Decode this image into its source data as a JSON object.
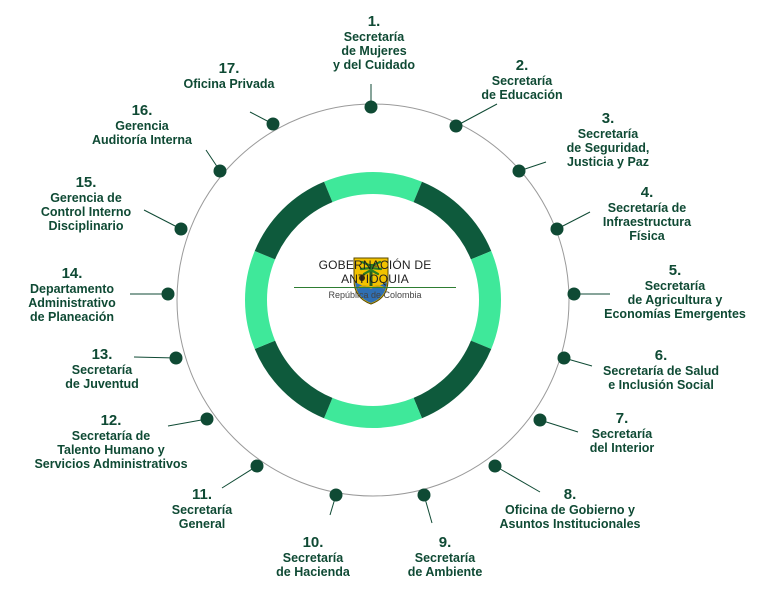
{
  "center": {
    "title": "GOBERNACIÓN DE ANTIOQUIA",
    "subtitle": "República de Colombia"
  },
  "colors": {
    "dark_green": "#0e5a3c",
    "light_green": "#3fe89a",
    "node_green": "#0f4a34",
    "text_green": "#0f4a34",
    "circle_line": "#9a9a9a"
  },
  "icons": [
    "antioquia-coat-of-arms-icon"
  ],
  "nodes": [
    {
      "num": "1.",
      "name": "Secretaría\nde Mujeres\ny del Cuidado"
    },
    {
      "num": "2.",
      "name": "Secretaría\nde Educación"
    },
    {
      "num": "3.",
      "name": "Secretaría\nde Seguridad,\nJusticia y Paz"
    },
    {
      "num": "4.",
      "name": "Secretaría de\nInfraestructura\nFísica"
    },
    {
      "num": "5.",
      "name": "Secretaría\nde Agricultura y\nEconomías Emergentes"
    },
    {
      "num": "6.",
      "name": "Secretaría de Salud\ne Inclusión Social"
    },
    {
      "num": "7.",
      "name": "Secretaría\ndel Interior"
    },
    {
      "num": "8.",
      "name": "Oficina de Gobierno y\nAsuntos Institucionales"
    },
    {
      "num": "9.",
      "name": "Secretaría\nde Ambiente"
    },
    {
      "num": "10.",
      "name": "Secretaría\nde Hacienda"
    },
    {
      "num": "11.",
      "name": "Secretaría\nGeneral"
    },
    {
      "num": "12.",
      "name": "Secretaría de\nTalento Humano y\nServicios Administrativos"
    },
    {
      "num": "13.",
      "name": "Secretaría\nde Juventud"
    },
    {
      "num": "14.",
      "name": "Departamento\nAdministrativo\nde Planeación"
    },
    {
      "num": "15.",
      "name": "Gerencia de\nControl Interno\nDisciplinario"
    },
    {
      "num": "16.",
      "name": "Gerencia\nAuditoría Interna"
    },
    {
      "num": "17.",
      "name": "Oficina Privada"
    }
  ]
}
